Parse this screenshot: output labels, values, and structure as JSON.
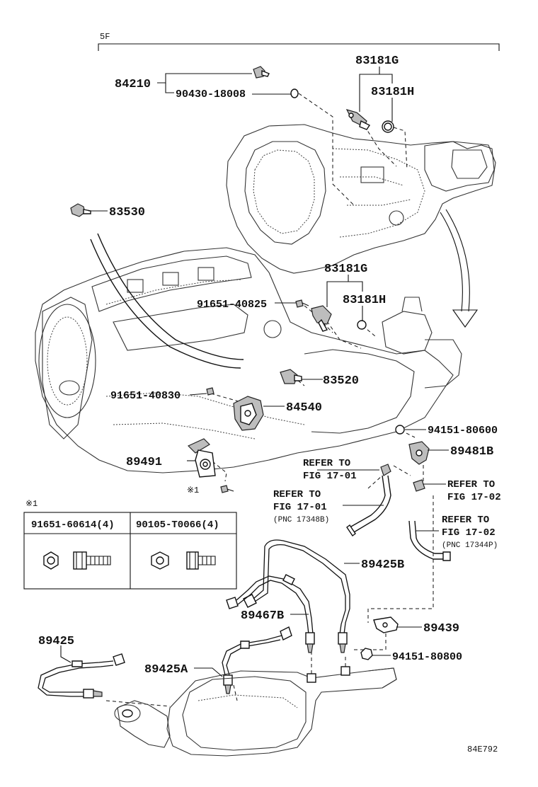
{
  "diagram": {
    "section_label": "5F",
    "figure_code": "84E792",
    "parts": [
      {
        "id": "84210",
        "label": "84210"
      },
      {
        "id": "90430-18008",
        "label": "90430-18008"
      },
      {
        "id": "83181G-top",
        "label": "83181G"
      },
      {
        "id": "83181H-top",
        "label": "83181H"
      },
      {
        "id": "83530",
        "label": "83530"
      },
      {
        "id": "83181G-mid",
        "label": "83181G"
      },
      {
        "id": "91651-40825",
        "label": "91651-40825"
      },
      {
        "id": "83181H-mid",
        "label": "83181H"
      },
      {
        "id": "83520",
        "label": "83520"
      },
      {
        "id": "91651-40830",
        "label": "91651-40830"
      },
      {
        "id": "84540",
        "label": "84540"
      },
      {
        "id": "94151-80600",
        "label": "94151-80600"
      },
      {
        "id": "89491",
        "label": "89491"
      },
      {
        "id": "89481B",
        "label": "89481B"
      },
      {
        "id": "note-ref-1",
        "label": "※1"
      },
      {
        "id": "89425B",
        "label": "89425B"
      },
      {
        "id": "89467B",
        "label": "89467B"
      },
      {
        "id": "89439",
        "label": "89439"
      },
      {
        "id": "89425",
        "label": "89425"
      },
      {
        "id": "89425A",
        "label": "89425A"
      },
      {
        "id": "94151-80800",
        "label": "94151-80800"
      }
    ],
    "references": [
      {
        "id": "ref-a",
        "line1": "REFER TO",
        "line2": "FIG 17-01",
        "line3": ""
      },
      {
        "id": "ref-b",
        "line1": "REFER TO",
        "line2": "FIG 17-02",
        "line3": ""
      },
      {
        "id": "ref-c",
        "line1": "REFER TO",
        "line2": "FIG 17-01",
        "line3": "(PNC 17348B)"
      },
      {
        "id": "ref-d",
        "line1": "REFER TO",
        "line2": "FIG 17-02",
        "line3": "(PNC 17344P)"
      }
    ],
    "note_table": {
      "title": "※1",
      "columns": [
        "91651-60614(4)",
        "90105-T0066(4)"
      ]
    },
    "icons": [
      "transmission-icon",
      "engine-icon",
      "exhaust-converter-icon",
      "oxygen-sensor-icon",
      "bolt-icon",
      "nut-icon"
    ]
  }
}
